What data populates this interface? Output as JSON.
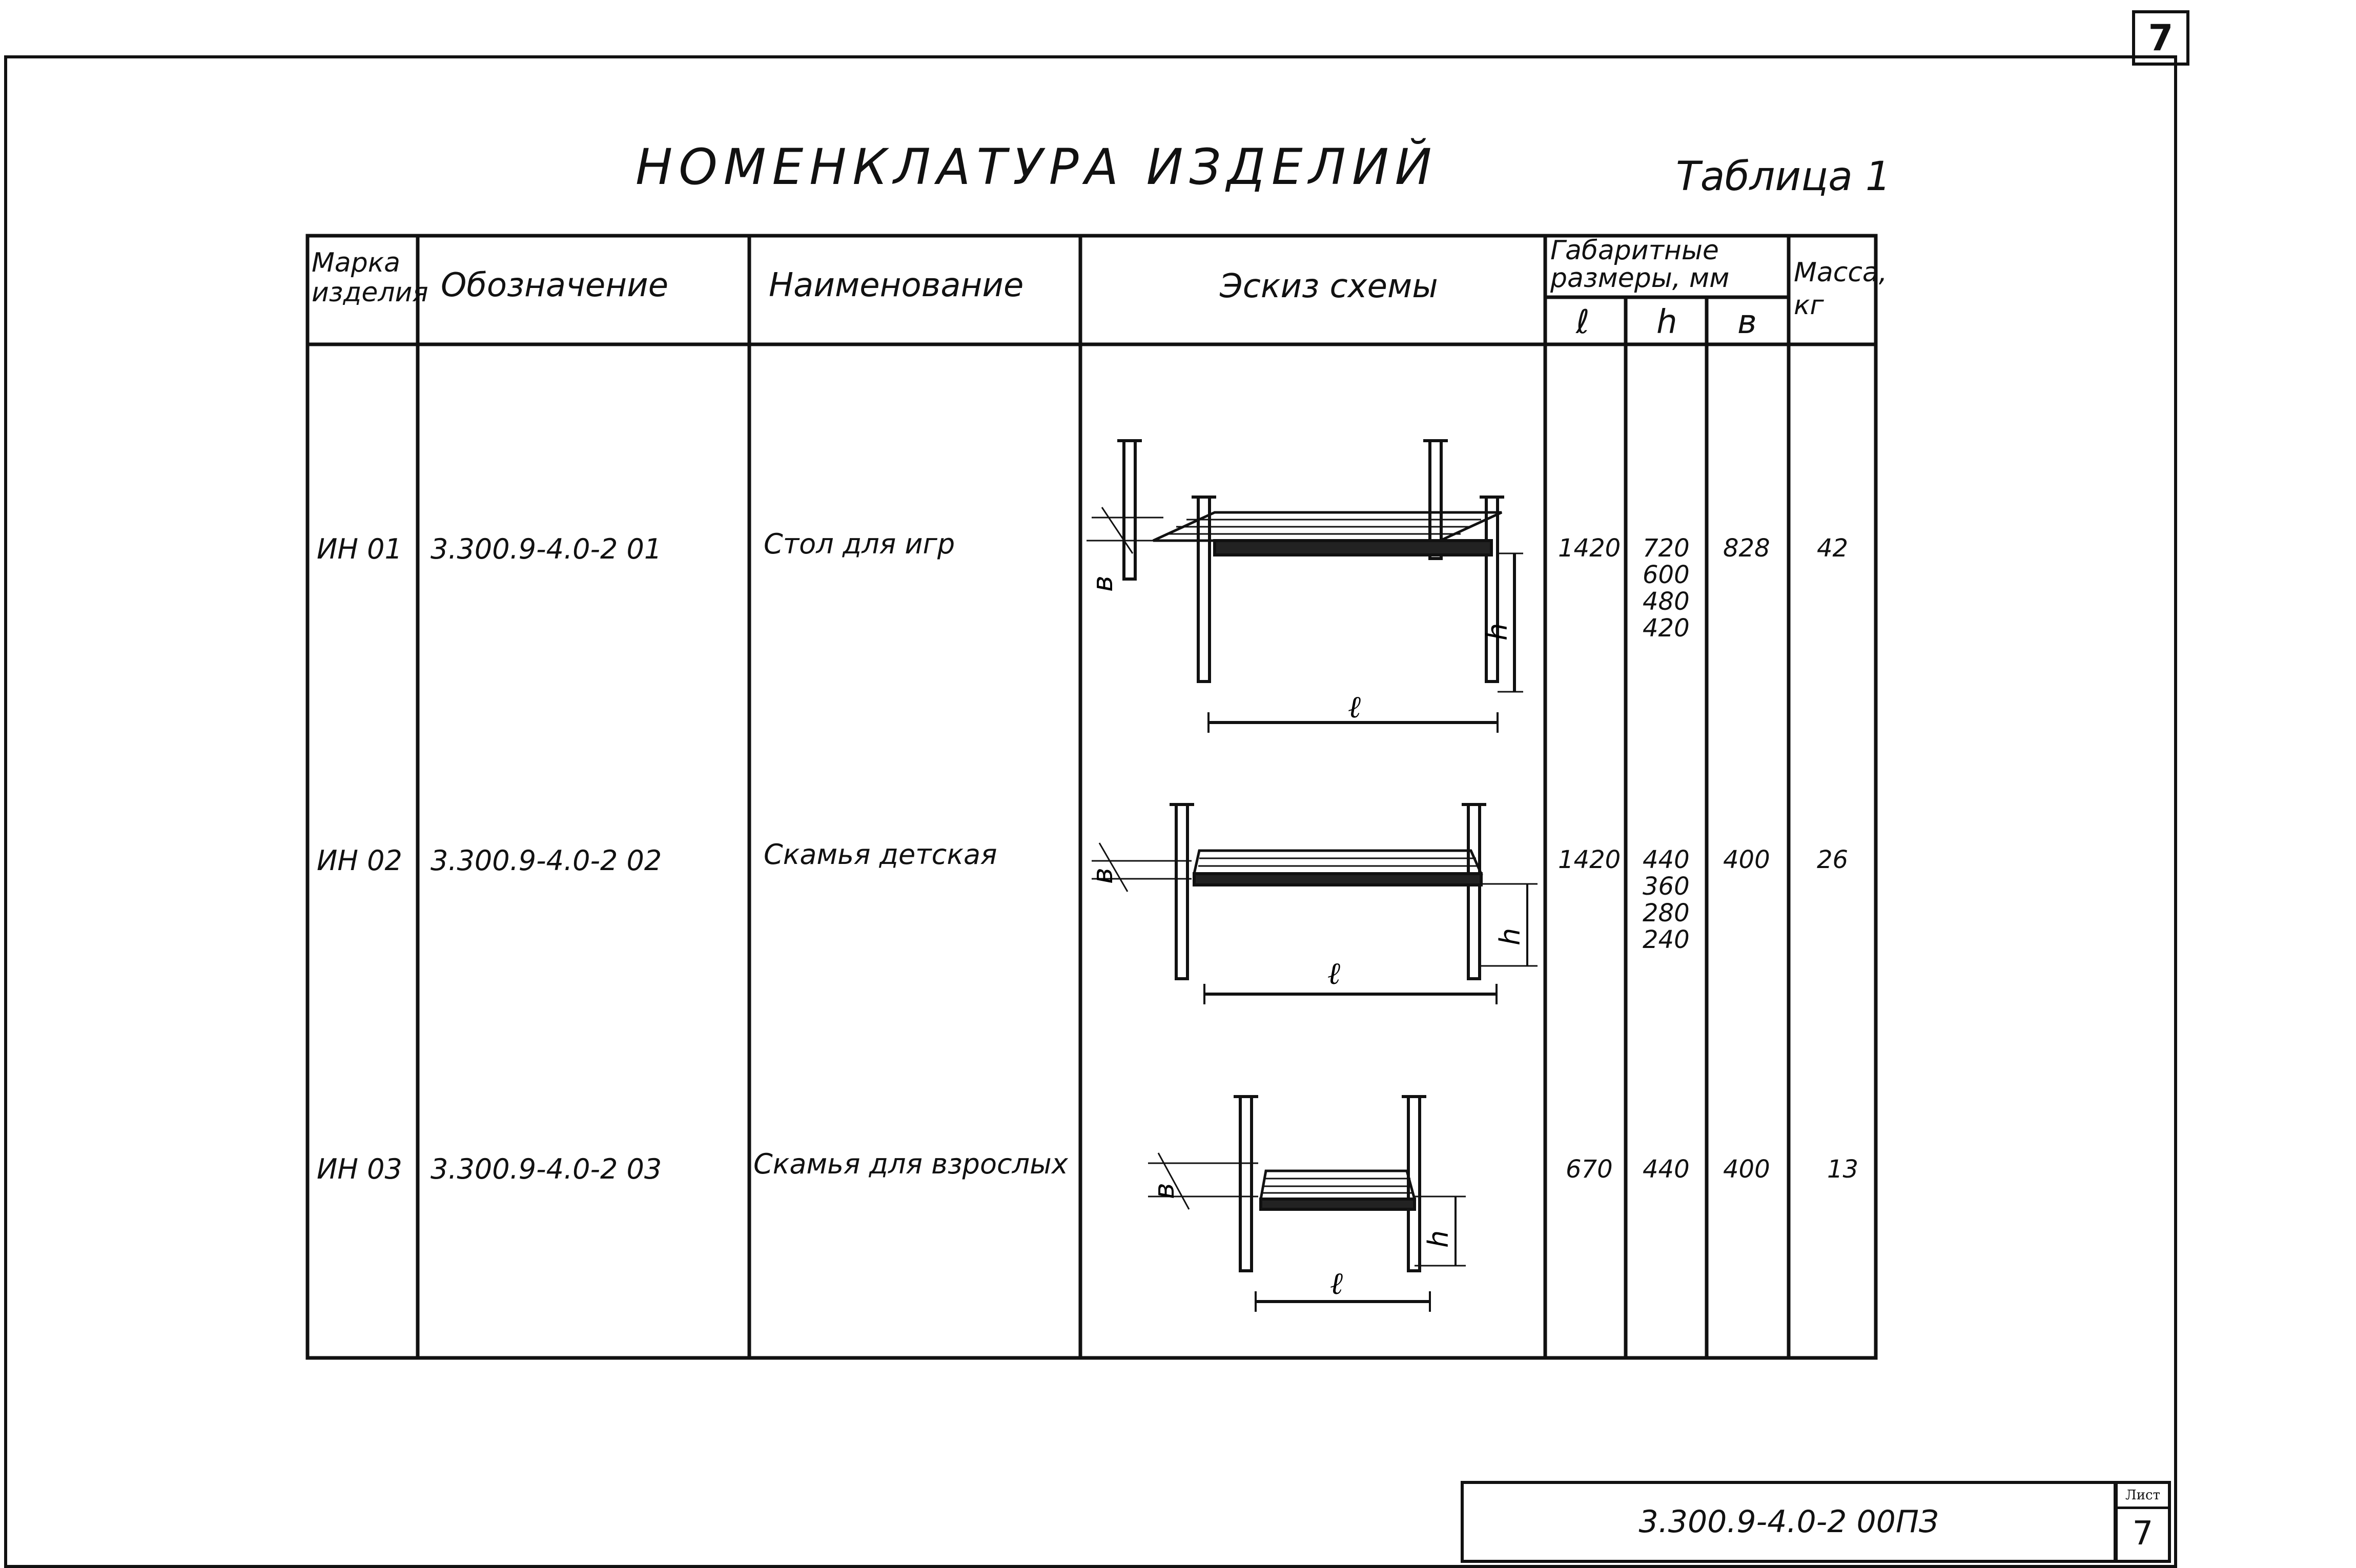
{
  "sheet": {
    "top_page_number": "7",
    "title": "НОМЕНКЛАТУРА ИЗДЕЛИЙ",
    "table_label": "Таблица 1"
  },
  "table": {
    "headers": {
      "mark": "Марка изделия",
      "designation": "Обозначение",
      "name": "Наименование",
      "sketch": "Эскиз схемы",
      "dims_group": "Габаритные размеры, мм",
      "dim_l": "ℓ",
      "dim_h": "h",
      "dim_b": "в",
      "mass": "Масса, кг"
    },
    "rows": [
      {
        "mark": "ИН 01",
        "designation": "3.300.9-4.0-2 01",
        "name": "Стол для игр",
        "l": "1420",
        "h": [
          "720",
          "600",
          "480",
          "420"
        ],
        "b": "828",
        "mass": "42"
      },
      {
        "mark": "ИН 02",
        "designation": "3.300.9-4.0-2 02",
        "name": "Скамья детская",
        "l": "1420",
        "h": [
          "440",
          "360",
          "280",
          "240"
        ],
        "b": "400",
        "mass": "26"
      },
      {
        "mark": "ИН 03",
        "designation": "3.300.9-4.0-2 03",
        "name": "Скамья для взрослых",
        "l": "670",
        "h": [
          "440"
        ],
        "b": "400",
        "mass": "13"
      }
    ],
    "sketch_labels": {
      "l": "ℓ",
      "h": "h",
      "b": "в"
    }
  },
  "stamp": {
    "code": "3.300.9-4.0-2 00ПЗ",
    "sheet_label": "Лист",
    "sheet_number": "7"
  }
}
